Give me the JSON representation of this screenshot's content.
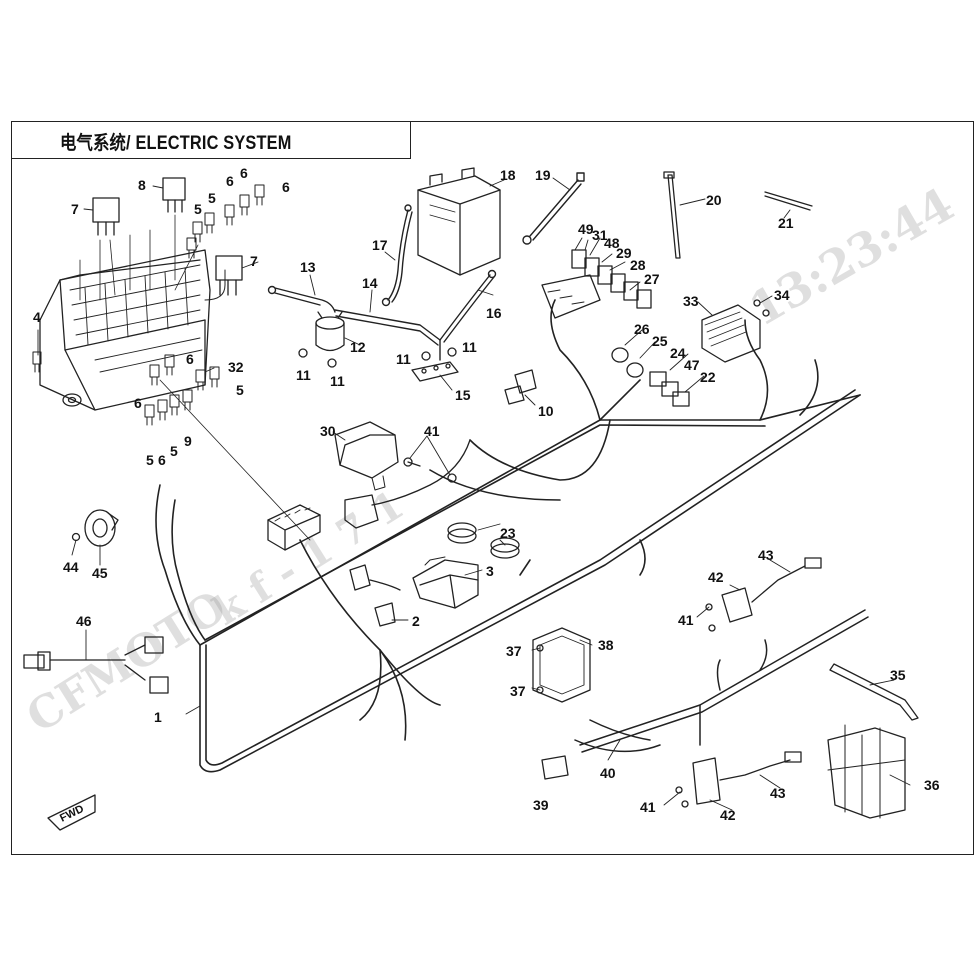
{
  "title": "电气系统/ ELECTRIC SYSTEM",
  "watermark": {
    "brand": "CFMOTO",
    "code": "k f - 1 7 1",
    "time": "13:23:44"
  },
  "fwd_badge": "FWD",
  "callouts": [
    {
      "id": "c1",
      "text": "1"
    },
    {
      "id": "c2",
      "text": "2"
    },
    {
      "id": "c3",
      "text": "3"
    },
    {
      "id": "c4",
      "text": "4"
    },
    {
      "id": "c5a",
      "text": "5"
    },
    {
      "id": "c5b",
      "text": "5"
    },
    {
      "id": "c5c",
      "text": "5"
    },
    {
      "id": "c5d",
      "text": "5"
    },
    {
      "id": "c5e",
      "text": "5"
    },
    {
      "id": "c6a",
      "text": "6"
    },
    {
      "id": "c6b",
      "text": "6"
    },
    {
      "id": "c6c",
      "text": "6"
    },
    {
      "id": "c6d",
      "text": "6"
    },
    {
      "id": "c6e",
      "text": "6"
    },
    {
      "id": "c6f",
      "text": "6"
    },
    {
      "id": "c7a",
      "text": "7"
    },
    {
      "id": "c7b",
      "text": "7"
    },
    {
      "id": "c8",
      "text": "8"
    },
    {
      "id": "c9",
      "text": "9"
    },
    {
      "id": "c10",
      "text": "10"
    },
    {
      "id": "c11a",
      "text": "11"
    },
    {
      "id": "c11b",
      "text": "11"
    },
    {
      "id": "c11c",
      "text": "11"
    },
    {
      "id": "c11d",
      "text": "11"
    },
    {
      "id": "c12",
      "text": "12"
    },
    {
      "id": "c13",
      "text": "13"
    },
    {
      "id": "c14",
      "text": "14"
    },
    {
      "id": "c15",
      "text": "15"
    },
    {
      "id": "c16",
      "text": "16"
    },
    {
      "id": "c17",
      "text": "17"
    },
    {
      "id": "c18",
      "text": "18"
    },
    {
      "id": "c19",
      "text": "19"
    },
    {
      "id": "c20",
      "text": "20"
    },
    {
      "id": "c21",
      "text": "21"
    },
    {
      "id": "c22",
      "text": "22"
    },
    {
      "id": "c23",
      "text": "23"
    },
    {
      "id": "c24",
      "text": "24"
    },
    {
      "id": "c25",
      "text": "25"
    },
    {
      "id": "c26",
      "text": "26"
    },
    {
      "id": "c27",
      "text": "27"
    },
    {
      "id": "c28",
      "text": "28"
    },
    {
      "id": "c29",
      "text": "29"
    },
    {
      "id": "c30",
      "text": "30"
    },
    {
      "id": "c31",
      "text": "31"
    },
    {
      "id": "c32",
      "text": "32"
    },
    {
      "id": "c33",
      "text": "33"
    },
    {
      "id": "c34",
      "text": "34"
    },
    {
      "id": "c35",
      "text": "35"
    },
    {
      "id": "c36",
      "text": "36"
    },
    {
      "id": "c37a",
      "text": "37"
    },
    {
      "id": "c37b",
      "text": "37"
    },
    {
      "id": "c38",
      "text": "38"
    },
    {
      "id": "c39",
      "text": "39"
    },
    {
      "id": "c40",
      "text": "40"
    },
    {
      "id": "c41a",
      "text": "41"
    },
    {
      "id": "c41b",
      "text": "41"
    },
    {
      "id": "c41c",
      "text": "41"
    },
    {
      "id": "c42a",
      "text": "42"
    },
    {
      "id": "c42b",
      "text": "42"
    },
    {
      "id": "c43a",
      "text": "43"
    },
    {
      "id": "c43b",
      "text": "43"
    },
    {
      "id": "c44",
      "text": "44"
    },
    {
      "id": "c45",
      "text": "45"
    },
    {
      "id": "c46",
      "text": "46"
    },
    {
      "id": "c47",
      "text": "47"
    },
    {
      "id": "c48",
      "text": "48"
    },
    {
      "id": "c49",
      "text": "49"
    }
  ]
}
